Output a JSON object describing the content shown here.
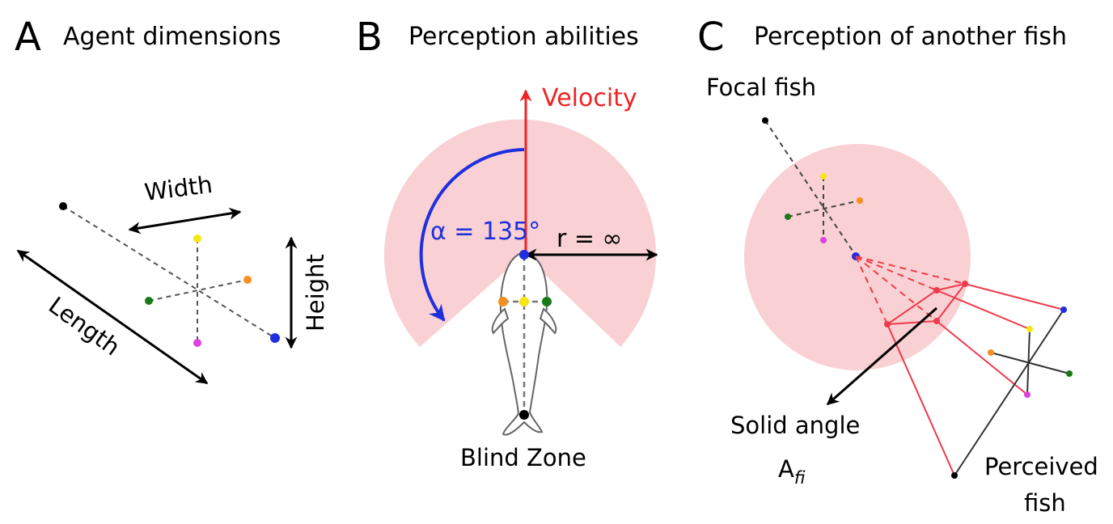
{
  "panels": {
    "a": {
      "letter": "A",
      "title": "Agent dimensions",
      "width": "Width",
      "height": "Height",
      "length": "Length"
    },
    "b": {
      "letter": "B",
      "title": "Perception abilities",
      "velocity": "Velocity",
      "angle": "α = 135°",
      "radius": "r = ∞",
      "blind_zone": "Blind Zone"
    },
    "c": {
      "letter": "C",
      "title": "Perception of another fish",
      "focal": "Focal fish",
      "solid_angle": "Solid angle",
      "solid_angle_symbol": "A",
      "solid_angle_sub": "fi",
      "perceived_1": "Perceived",
      "perceived_2": "fish"
    }
  },
  "colors": {
    "field_of_view": "#f9d0d3",
    "velocity": "#ef2323",
    "angle": "#1e2fe0",
    "head_marker": "#1e2fe0",
    "tail_marker": "#000000",
    "top_marker": "#f5e614",
    "left_marker": "#f5901e",
    "right_marker": "#1a7a1a",
    "bottom_marker": "#e040e0",
    "solid_angle_lines": "#ef3a4a"
  }
}
